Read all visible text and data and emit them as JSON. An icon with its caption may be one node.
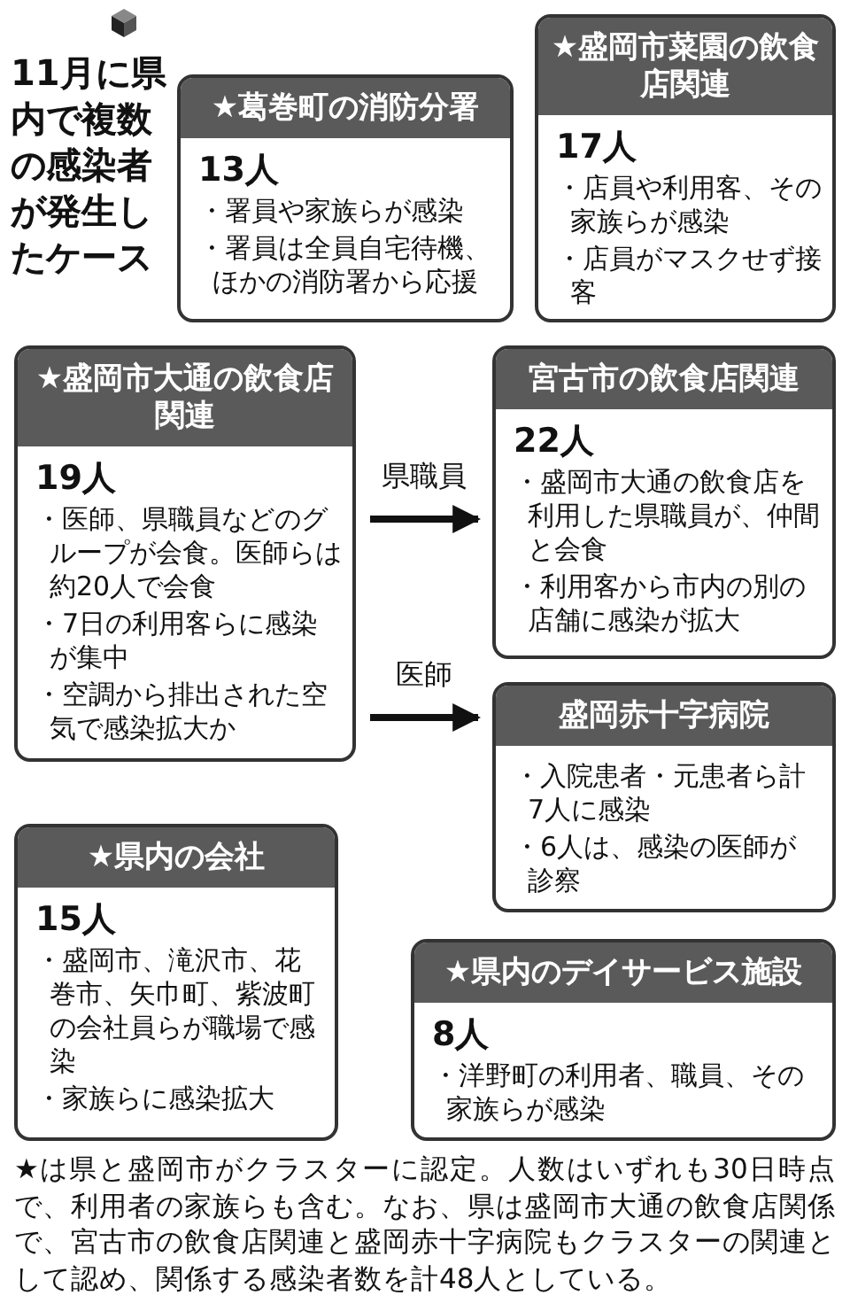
{
  "diagram": {
    "title": "11月に県内で複数の感染者が発生したケース",
    "nodes": [
      {
        "text": [
          "★葛巻町の消防分署",
          "13人",
          "・署員や家族らが感染",
          "・署員は全員自宅待機、ほかの消防署から応援"
        ]
      },
      {
        "text": [
          "★盛岡市菜園の飲食店関連",
          "17人",
          "・店員や利用客、その家族らが感染",
          "・店員がマスクせず接客"
        ]
      },
      {
        "text": [
          "★盛岡市大通の飲食店関連",
          "19人",
          "・医師、県職員などのグループが会食。医師らは約20人で会食",
          "・7日の利用客らに感染が集中",
          "・空調から排出された空気で感染拡大か"
        ]
      },
      {
        "text": [
          "宮古市の飲食店関連",
          "22人",
          "・盛岡市大通の飲食店を利用した県職員が、仲間と会食",
          "・利用客から市内の別の店舗に感染が拡大"
        ]
      },
      {
        "text": [
          "盛岡赤十字病院",
          "・入院患者・元患者ら計7人に感染",
          "・6人は、感染の医師が診察"
        ]
      },
      {
        "text": [
          "★県内の会社",
          "15人",
          "・盛岡市、滝沢市、花巻市、矢巾町、紫波町の会社員らが職場で感染",
          "・家族らに感染拡大"
        ]
      },
      {
        "text": [
          "★県内のデイサービス施設",
          "8人",
          "・洋野町の利用者、職員、その家族らが感染"
        ]
      }
    ],
    "edges": [
      {
        "from": 2,
        "to": 3,
        "arrow": "to",
        "label": "県職員"
      },
      {
        "from": 2,
        "to": 4,
        "arrow": "to",
        "label": "医師"
      }
    ],
    "caption": "★は県と盛岡市がクラスターに認定。人数はいずれも30日時点で、利用者の家族らも含む。なお、県は盛岡市大通の飲食店関係で、宮古市の飲食店関連と盛岡赤十字病院もクラスターの関連として認め、関係する感染者数を計48人としている。"
  }
}
